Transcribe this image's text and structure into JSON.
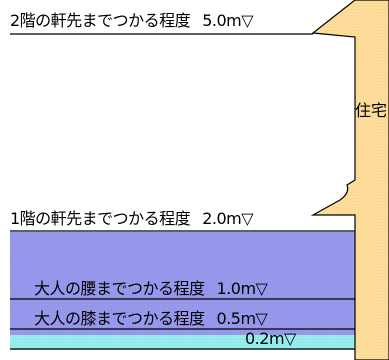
{
  "colors": {
    "house_fill": "#fdde9c",
    "house_stroke": "#000000",
    "flood_deep": "#9999ee",
    "flood_shallow": "#99eeee",
    "line": "#000000"
  },
  "house": {
    "label": "住宅"
  },
  "levels": [
    {
      "text": "2階の軒先までつかる程度",
      "value": "5.0m▽"
    },
    {
      "text": "1階の軒先までつかる程度",
      "value": "2.0m▽"
    },
    {
      "text": "大人の腰までつかる程度",
      "value": "1.0m▽"
    },
    {
      "text": "大人の膝までつかる程度",
      "value": "0.5m▽"
    },
    {
      "text": "",
      "value": "0.2m▽"
    }
  ]
}
